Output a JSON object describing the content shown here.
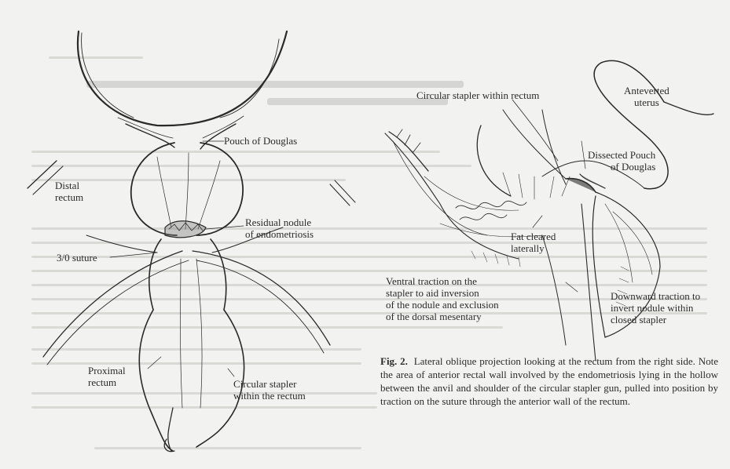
{
  "left_figure": {
    "labels": {
      "pouch_of_douglas": "Pouch of Douglas",
      "distal_rectum": "Distal\nrectum",
      "residual_nodule": "Residual nodule\nof endometriosis",
      "suture": "3/0 suture",
      "proximal_rectum": "Proximal\nrectum",
      "circular_stapler": "Circular stapler\nwithin the rectum"
    }
  },
  "right_figure": {
    "labels": {
      "circular_stapler": "Circular stapler within rectum",
      "anteverted_uterus": "Anteverted\nuterus",
      "dissected_pouch": "Dissected Pouch\nof Douglas",
      "fat_cleared": "Fat cleared\nlaterally",
      "ventral_traction": "Ventral traction on the\nstapler to aid inversion\nof the nodule and exclusion\nof the dorsal mesentary",
      "downward_traction": "Downward traction to\ninvert nodule within\nclosed stapler"
    }
  },
  "caption": {
    "fig_label": "Fig. 2.",
    "text": "Lateral oblique projection looking at the rectum from the right side. Note the area of anterior rectal wall involved by the endometriosis lying in the hollow between the anvil and shoulder of the circular stapler gun, pulled into position by traction on the suture through the anterior wall of the rectum."
  }
}
